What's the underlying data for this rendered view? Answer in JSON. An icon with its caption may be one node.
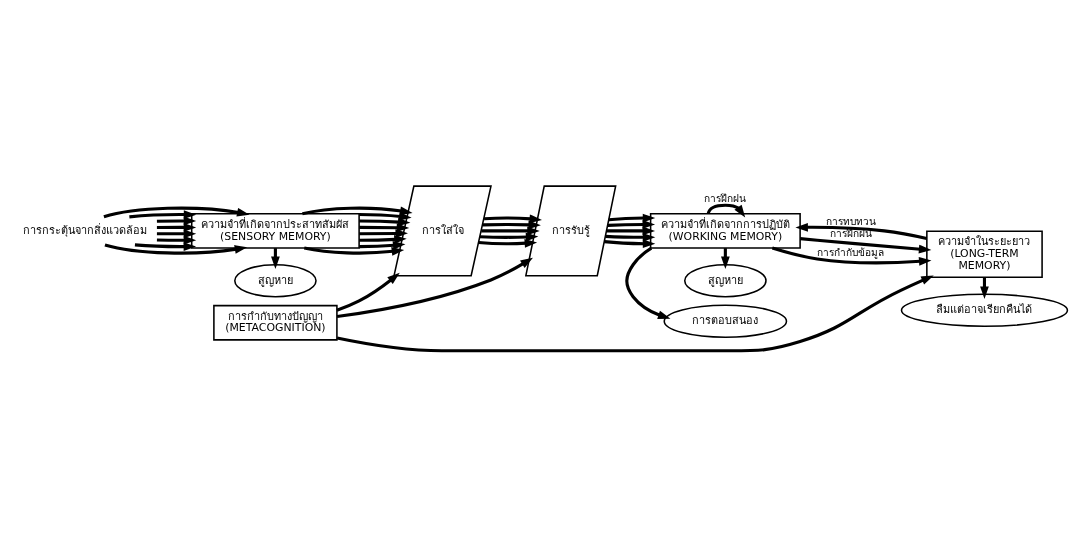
{
  "diagram": {
    "nodes": [
      {
        "text": [
          "การกำกับทางปัญญา (METACOGNITION)"
        ]
      },
      {
        "text": [
          "การกระตุ้นจากสิ่งแวดล้อม"
        ]
      },
      {
        "text": [
          "ความจำที่เกิดจากประสาทสัมผัส (SENSORY MEMORY)"
        ]
      },
      {
        "text": [
          "การใส่ใจ"
        ]
      },
      {
        "text": [
          "การรับรู้"
        ]
      },
      {
        "text": [
          "ความจำที่เกิดจากการปฏิบัติ (WORKING MEMORY)"
        ]
      },
      {
        "text": [
          "การตอบสนอง"
        ]
      },
      {
        "text": [
          "ความจำในระยะยาว (LONG-TERM MEMORY)"
        ]
      },
      {
        "text": [
          "สูญหาย"
        ]
      },
      {
        "text": [
          "สูญหาย"
        ]
      },
      {
        "text": [
          "ลืมแต่อาจเรียกคืนได้"
        ]
      }
    ],
    "edges": [
      {
        "from": 0,
        "to": 3,
        "arrow": "to"
      },
      {
        "from": 0,
        "to": 4,
        "arrow": "to"
      },
      {
        "from": 0,
        "to": 7,
        "arrow": "to"
      },
      {
        "from": 1,
        "to": 2,
        "arrow": "to"
      },
      {
        "from": 1,
        "to": 2,
        "arrow": "to"
      },
      {
        "from": 1,
        "to": 2,
        "arrow": "to"
      },
      {
        "from": 1,
        "to": 2,
        "arrow": "to"
      },
      {
        "from": 1,
        "to": 2,
        "arrow": "to"
      },
      {
        "from": 1,
        "to": 2,
        "arrow": "to"
      },
      {
        "from": 1,
        "to": 2,
        "arrow": "to"
      },
      {
        "from": 1,
        "to": 2,
        "arrow": "to"
      },
      {
        "from": 2,
        "to": 3,
        "arrow": "to"
      },
      {
        "from": 2,
        "to": 3,
        "arrow": "to"
      },
      {
        "from": 2,
        "to": 3,
        "arrow": "to"
      },
      {
        "from": 2,
        "to": 3,
        "arrow": "to"
      },
      {
        "from": 2,
        "to": 3,
        "arrow": "to"
      },
      {
        "from": 2,
        "to": 3,
        "arrow": "to"
      },
      {
        "from": 2,
        "to": 3,
        "arrow": "to"
      },
      {
        "from": 2,
        "to": 3,
        "arrow": "to"
      },
      {
        "from": 3,
        "to": 4,
        "arrow": "to"
      },
      {
        "from": 3,
        "to": 4,
        "arrow": "to"
      },
      {
        "from": 3,
        "to": 4,
        "arrow": "to"
      },
      {
        "from": 3,
        "to": 4,
        "arrow": "to"
      },
      {
        "from": 3,
        "to": 4,
        "arrow": "to"
      },
      {
        "from": 4,
        "to": 5,
        "arrow": "to"
      },
      {
        "from": 4,
        "to": 5,
        "arrow": "to"
      },
      {
        "from": 4,
        "to": 5,
        "arrow": "to"
      },
      {
        "from": 4,
        "to": 5,
        "arrow": "to"
      },
      {
        "from": 4,
        "to": 5,
        "arrow": "to"
      },
      {
        "from": 5,
        "to": 5,
        "arrow": "to",
        "label": "การฝึกฝน"
      },
      {
        "from": 5,
        "to": 6,
        "arrow": "to"
      },
      {
        "from": 5,
        "to": 7,
        "arrow": "to",
        "label": "การฝึกฝน"
      },
      {
        "from": 5,
        "to": 7,
        "arrow": "to",
        "label": "การกำกับข้อมูล"
      },
      {
        "from": 7,
        "to": 5,
        "arrow": "to",
        "label": "การทบทวน"
      },
      {
        "from": 2,
        "to": 8,
        "arrow": "to"
      },
      {
        "from": 5,
        "to": 9,
        "arrow": "to"
      },
      {
        "from": 7,
        "to": 10,
        "arrow": "to"
      }
    ]
  }
}
